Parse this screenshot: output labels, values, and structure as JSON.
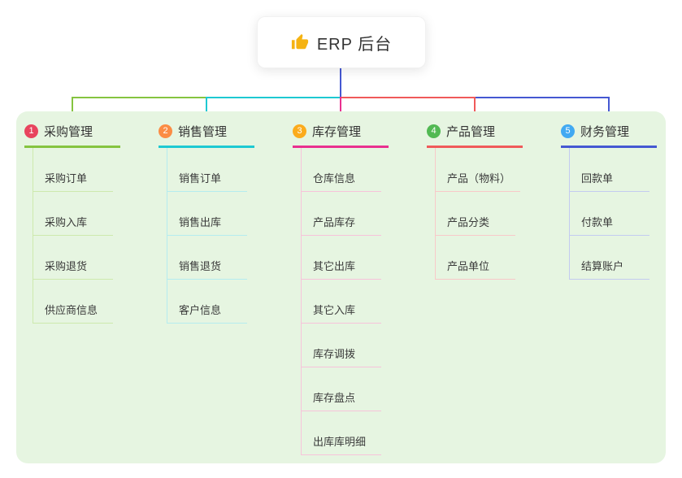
{
  "root": {
    "title": "ERP 后台",
    "icon": "thumbs-up",
    "icon_color": "#f5b312"
  },
  "canvas": {
    "background": "#ffffff",
    "panel_background": "#e6f5e1",
    "stem_color": "#4558d2"
  },
  "branches": [
    {
      "index": "1",
      "title": "采购管理",
      "line_color": "#85c440",
      "child_line_color": "#cde9ad",
      "badge_color": "#e8445e",
      "children": [
        "采购订单",
        "采购入库",
        "采购退货",
        "供应商信息"
      ]
    },
    {
      "index": "2",
      "title": "销售管理",
      "line_color": "#1ec9d2",
      "child_line_color": "#b5ecef",
      "badge_color": "#fb8c44",
      "children": [
        "销售订单",
        "销售出库",
        "销售退货",
        "客户信息"
      ]
    },
    {
      "index": "3",
      "title": "库存管理",
      "line_color": "#e9308f",
      "child_line_color": "#f7c3da",
      "badge_color": "#fbab1c",
      "children": [
        "仓库信息",
        "产品库存",
        "其它出库",
        "其它入库",
        "库存调拨",
        "库存盘点",
        "出库库明细"
      ]
    },
    {
      "index": "4",
      "title": "产品管理",
      "line_color": "#f05a5a",
      "child_line_color": "#f8c9c9",
      "badge_color": "#52b953",
      "children": [
        "产品（物料）",
        "产品分类",
        "产品单位"
      ]
    },
    {
      "index": "5",
      "title": "财务管理",
      "line_color": "#4558d2",
      "child_line_color": "#c3cbf0",
      "badge_color": "#41a9f2",
      "children": [
        "回款单",
        "付款单",
        "结算账户"
      ]
    }
  ]
}
